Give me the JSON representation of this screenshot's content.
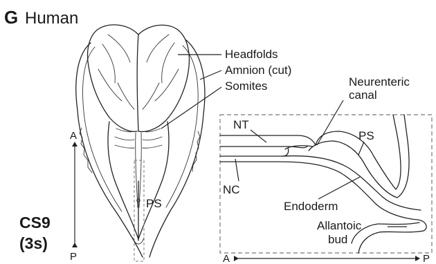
{
  "panel": {
    "letter": "G",
    "species": "Human"
  },
  "stage": {
    "line1": "CS9",
    "line2": "(3s)"
  },
  "embryo_labels": {
    "headfolds": "Headfolds",
    "amnion": "Amnion (cut)",
    "somites": "Somites",
    "ps": "PS",
    "axis_anterior": "A",
    "axis_posterior": "P"
  },
  "section_labels": {
    "neurenteric_line1": "Neurenteric",
    "neurenteric_line2": "canal",
    "nt": "NT",
    "ps": "PS",
    "nc": "NC",
    "endoderm": "Endoderm",
    "allantoic_line1": "Allantoic",
    "allantoic_line2": "bud",
    "axis_anterior": "A",
    "axis_posterior": "P"
  }
}
